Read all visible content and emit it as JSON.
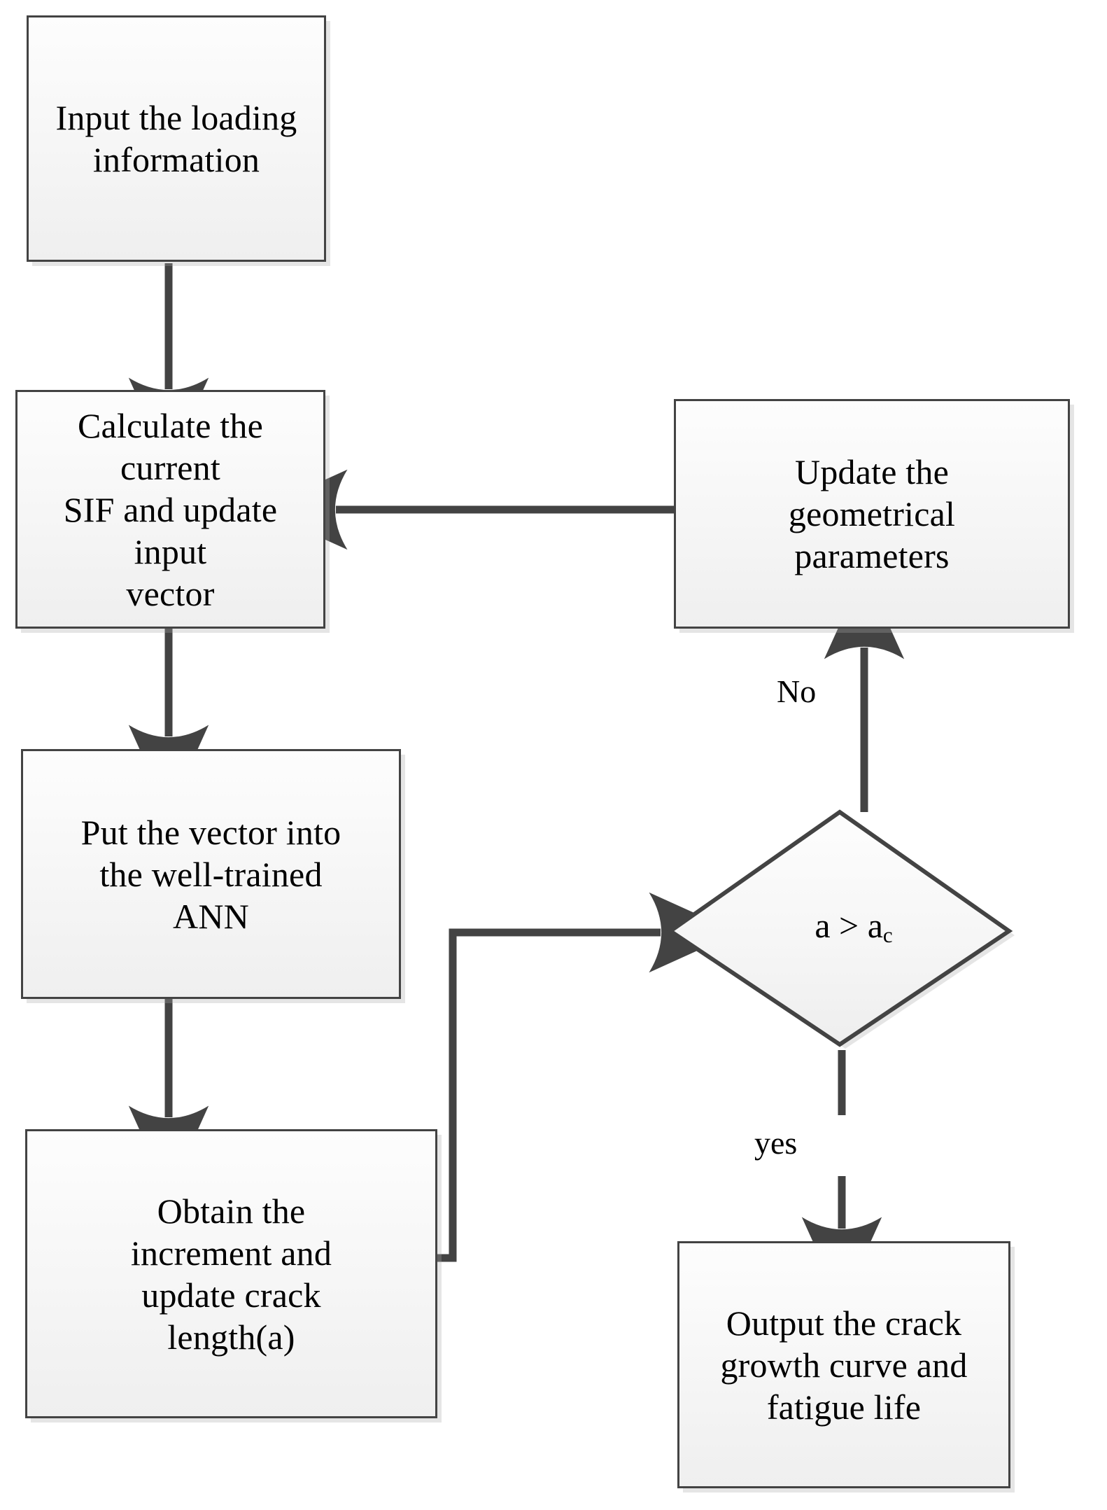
{
  "diagram": {
    "title": "Fatigue crack growth prediction flowchart",
    "type": "flowchart",
    "palette": {
      "stroke": "#434343",
      "fill_top": "#fdfdfd",
      "fill_bottom": "#efefef",
      "shadow": "#aaaaaa",
      "text": "#000000",
      "background": "#ffffff"
    }
  },
  "nodes": {
    "input_loading": {
      "label": "Input the loading\ninformation",
      "shape": "process"
    },
    "calculate_sif": {
      "label": "Calculate the current\nSIF and update input\nvector",
      "shape": "process"
    },
    "update_geometry": {
      "label": "Update the\ngeometrical\nparameters",
      "shape": "process"
    },
    "put_vector_ann": {
      "label": "Put the vector into\nthe well-trained\nANN",
      "shape": "process"
    },
    "obtain_increment": {
      "label": "Obtain the\nincrement and\nupdate crack\nlength(a)",
      "shape": "process"
    },
    "decision_crack": {
      "label_main": "a > a",
      "label_sub": "c",
      "shape": "decision"
    },
    "output_results": {
      "label": "Output the crack\ngrowth curve and\nfatigue life",
      "shape": "process"
    }
  },
  "edge_labels": {
    "no": "No",
    "yes": "yes"
  },
  "edges": [
    {
      "from": "input_loading",
      "to": "calculate_sif",
      "label": ""
    },
    {
      "from": "calculate_sif",
      "to": "put_vector_ann",
      "label": ""
    },
    {
      "from": "put_vector_ann",
      "to": "obtain_increment",
      "label": ""
    },
    {
      "from": "obtain_increment",
      "to": "decision_crack",
      "label": ""
    },
    {
      "from": "decision_crack",
      "to": "update_geometry",
      "label": "No"
    },
    {
      "from": "update_geometry",
      "to": "calculate_sif",
      "label": ""
    },
    {
      "from": "decision_crack",
      "to": "output_results",
      "label": "yes"
    }
  ]
}
